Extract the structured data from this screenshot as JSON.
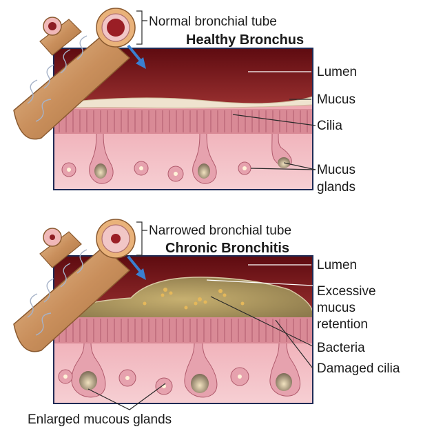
{
  "healthy": {
    "tube_label": "Normal bronchial tube",
    "title": "Healthy Bronchus",
    "labels": {
      "lumen": "Lumen",
      "mucus": "Mucus",
      "cilia": "Cilia",
      "glands_line1": "Mucus",
      "glands_line2": "glands"
    }
  },
  "chronic": {
    "tube_label": "Narrowed bronchial tube",
    "title": "Chronic Bronchitis",
    "labels": {
      "lumen": "Lumen",
      "excess_line1": "Excessive",
      "excess_line2": "mucus",
      "excess_line3": "retention",
      "bacteria": "Bacteria",
      "damaged_cilia": "Damaged cilia",
      "enlarged_glands": "Enlarged mucous glands"
    }
  },
  "colors": {
    "lumen_top": "#6e0f14",
    "lumen_bottom": "#8f2a2a",
    "tissue": "#f2bcc2",
    "epithelium": "#d98a96",
    "mucus_layer": "#e6d4b8",
    "excess_mucus": "#c9b37a",
    "bronchus_tan": "#d9a877",
    "arrow_blue": "#3a7fd0"
  }
}
